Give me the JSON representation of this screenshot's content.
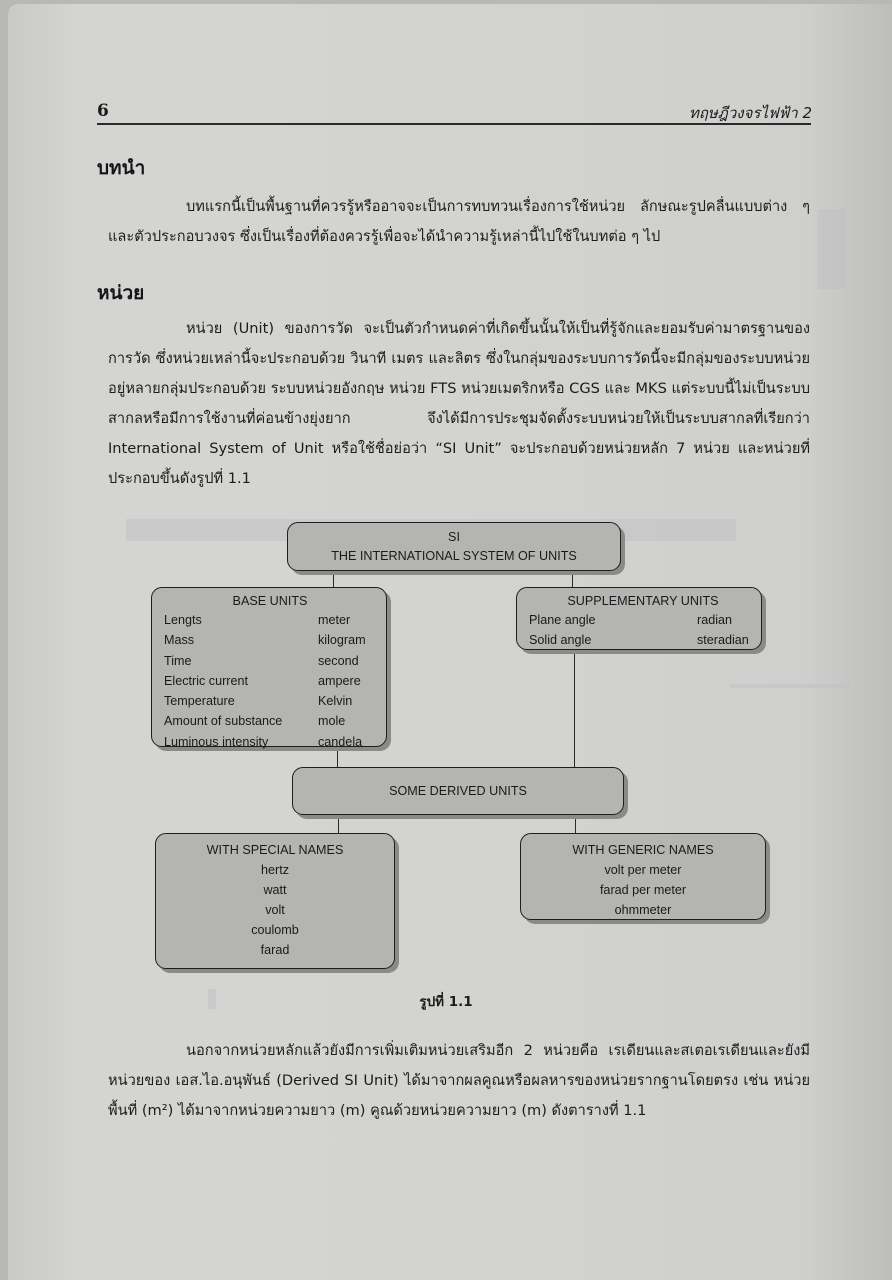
{
  "header": {
    "page_number": "6",
    "book_title": "ทฤษฎีวงจรไฟฟ้า 2"
  },
  "sections": [
    {
      "heading": "บทนำ",
      "paragraph": "บทแรกนี้เป็นพื้นฐานที่ควรรู้หรืออาจจะเป็นการทบทวนเรื่องการใช้หน่วย  ลักษณะรูปคลื่นแบบต่าง ๆ และตัวประกอบวงจร ซึ่งเป็นเรื่องที่ต้องควรรู้เพื่อจะได้นำความรู้เหล่านี้ไปใช้ในบทต่อ ๆ ไป"
    },
    {
      "heading": "หน่วย",
      "paragraph": "หน่วย (Unit) ของการวัด จะเป็นตัวกำหนดค่าที่เกิดขึ้นนั้นให้เป็นที่รู้จักและยอมรับค่ามาตรฐานของการวัด ซึ่งหน่วยเหล่านี้จะประกอบด้วย วินาที เมตร และลิตร ซึ่งในกลุ่มของระบบการวัดนี้จะมีกลุ่มของระบบหน่วยอยู่หลายกลุ่มประกอบด้วย ระบบหน่วยอังกฤษ หน่วย FTS หน่วยเมตริกหรือ CGS และ MKS แต่ระบบนี้ไม่เป็นระบบสากลหรือมีการใช้งานที่ค่อนข้างยุ่งยาก จึงได้มีการประชุมจัดตั้งระบบหน่วยให้เป็นระบบสากลที่เรียกว่า International System of Unit หรือใช้ชื่อย่อว่า “SI Unit” จะประกอบด้วยหน่วยหลัก 7 หน่วย และหน่วยที่ประกอบขึ้นดังรูปที่ 1.1"
    }
  ],
  "figure": {
    "root": {
      "line1": "SI",
      "line2": "THE INTERNATIONAL SYSTEM OF UNITS"
    },
    "base_units": {
      "title": "BASE UNITS",
      "rows": [
        {
          "quantity": "Lengts",
          "unit": "meter"
        },
        {
          "quantity": "Mass",
          "unit": "kilogram"
        },
        {
          "quantity": "Time",
          "unit": "second"
        },
        {
          "quantity": "Electric current",
          "unit": "ampere"
        },
        {
          "quantity": "Temperature",
          "unit": "Kelvin"
        },
        {
          "quantity": "Amount of substance",
          "unit": "mole"
        },
        {
          "quantity": "Luminous intensity",
          "unit": "candela"
        }
      ]
    },
    "supplementary_units": {
      "title": "SUPPLEMENTARY UNITS",
      "rows": [
        {
          "quantity": "Plane angle",
          "unit": "radian"
        },
        {
          "quantity": "Solid angle",
          "unit": "steradian"
        }
      ]
    },
    "derived": {
      "title": "SOME DERIVED UNITS"
    },
    "special_names": {
      "title": "WITH SPECIAL NAMES",
      "items": [
        "hertz",
        "watt",
        "volt",
        "coulomb",
        "farad"
      ]
    },
    "generic_names": {
      "title": "WITH GENERIC NAMES",
      "items": [
        "volt per meter",
        "farad per meter",
        "ohmmeter"
      ]
    },
    "caption": "รูปที่ 1.1"
  },
  "closing_paragraph": "นอกจากหน่วยหลักแล้วยังมีการเพิ่มเติมหน่วยเสริมอีก 2 หน่วยคือ เรเดียนและสเตอเรเดียนและยังมีหน่วยของ เอส.ไอ.อนุพันธ์ (Derived SI Unit) ได้มาจากผลคูณหรือผลหารของหน่วยรากฐานโดยตรง เช่น หน่วยพื้นที่ (m²) ได้มาจากหน่วยความยาว (m) คูณด้วยหน่วยความยาว (m) ดังตารางที่ 1.1"
}
